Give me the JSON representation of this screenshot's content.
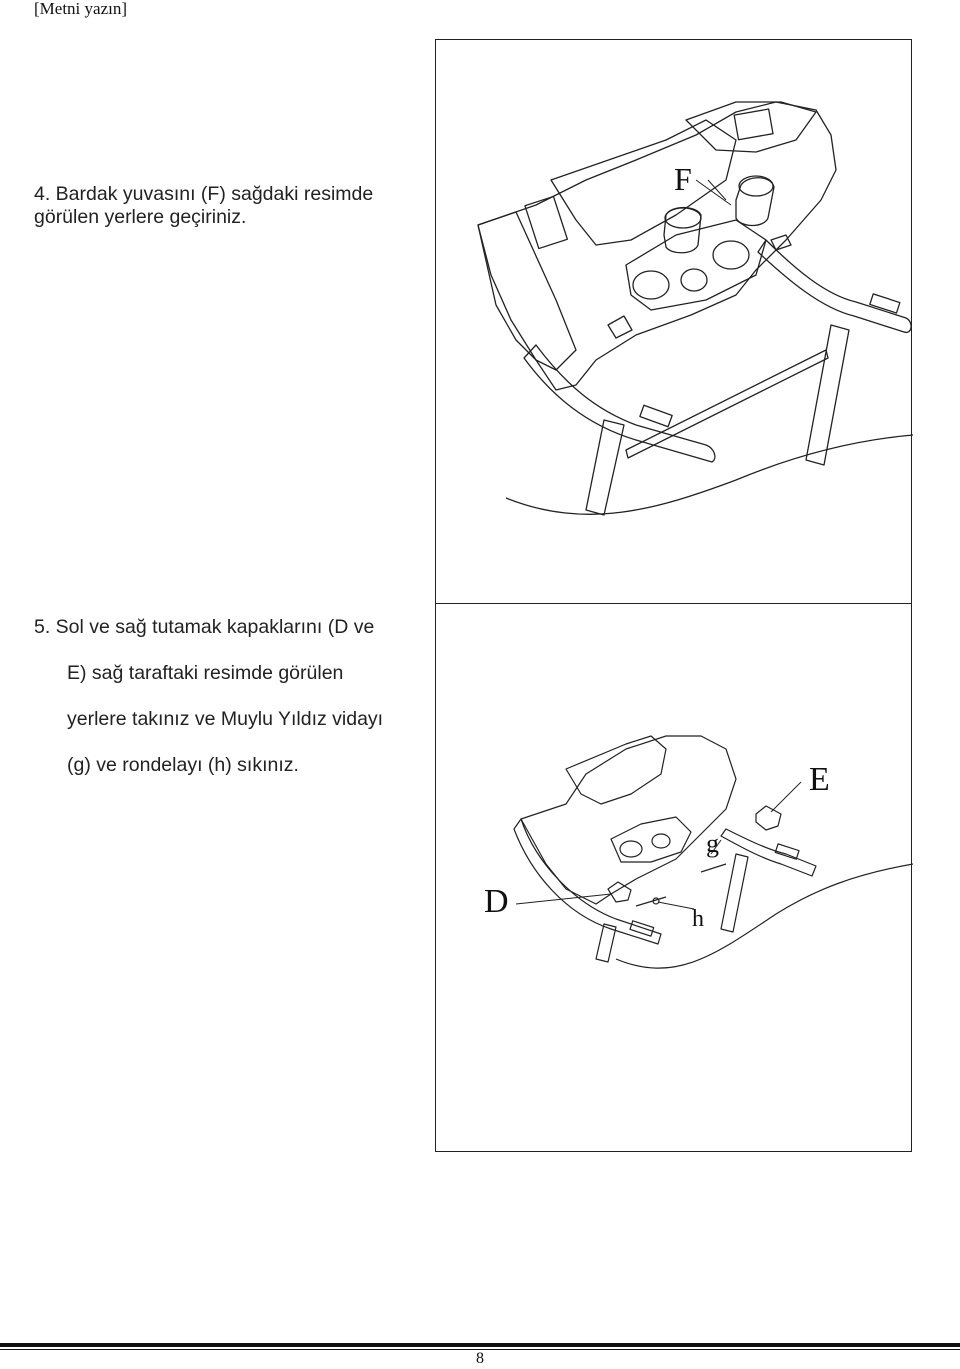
{
  "header": {
    "text": "[Metni yazın]"
  },
  "step4": {
    "text": "4. Bardak yuvasını (F) sağdaki resimde görülen yerlere geçiriniz."
  },
  "step5": {
    "lines": [
      "5. Sol ve sağ tutamak kapaklarını (D ve",
      "E) sağ taraftaki resimde görülen",
      "yerlere takınız ve Muylu Yıldız vidayı",
      "(g) ve rondelayı (h) sıkınız."
    ]
  },
  "figure1": {
    "callouts": {
      "F": "F"
    }
  },
  "figure2": {
    "callouts": {
      "E": "E",
      "g": "g",
      "D": "D",
      "h": "h"
    }
  },
  "footer": {
    "page_number": "8"
  }
}
